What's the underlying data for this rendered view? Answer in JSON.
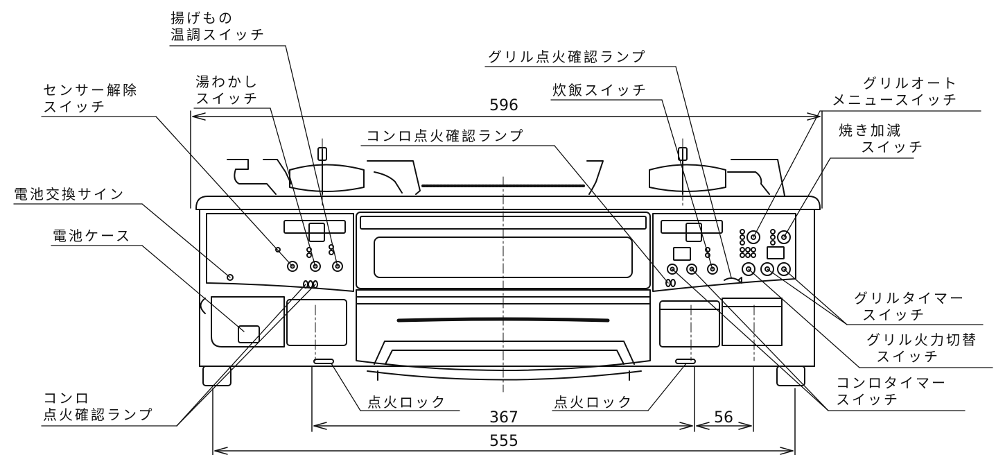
{
  "dimensions": {
    "overall_width": "596",
    "base_width": "555",
    "burner_spacing": "367",
    "right_offset": "56"
  },
  "labels": {
    "agemono_1": "揚げもの",
    "agemono_2": "温調スイッチ",
    "yuwakashi_1": "湯わかし",
    "yuwakashi_2": "スイッチ",
    "sensor_1": "センサー解除",
    "sensor_2": "スイッチ",
    "battery_sign": "電池交換サイン",
    "battery_case": "電池ケース",
    "konro_lamp_bottom_1": "コンロ",
    "konro_lamp_bottom_2": "点火確認ランプ",
    "ignition_lock_left": "点火ロック",
    "ignition_lock_right": "点火ロック",
    "konro_lamp_top": "コンロ点火確認ランプ",
    "grill_lamp": "グリル点火確認ランプ",
    "suihan": "炊飯スイッチ",
    "grill_auto_1": "グリルオート",
    "grill_auto_2": "メニュースイッチ",
    "yaki_1": "焼き加減",
    "yaki_2": "スイッチ",
    "grill_timer_1": "グリルタイマー",
    "grill_timer_2": "スイッチ",
    "grill_power_1": "グリル火力切替",
    "grill_power_2": "スイッチ",
    "konro_timer_1": "コンロタイマー",
    "konro_timer_2": "スイッチ"
  }
}
